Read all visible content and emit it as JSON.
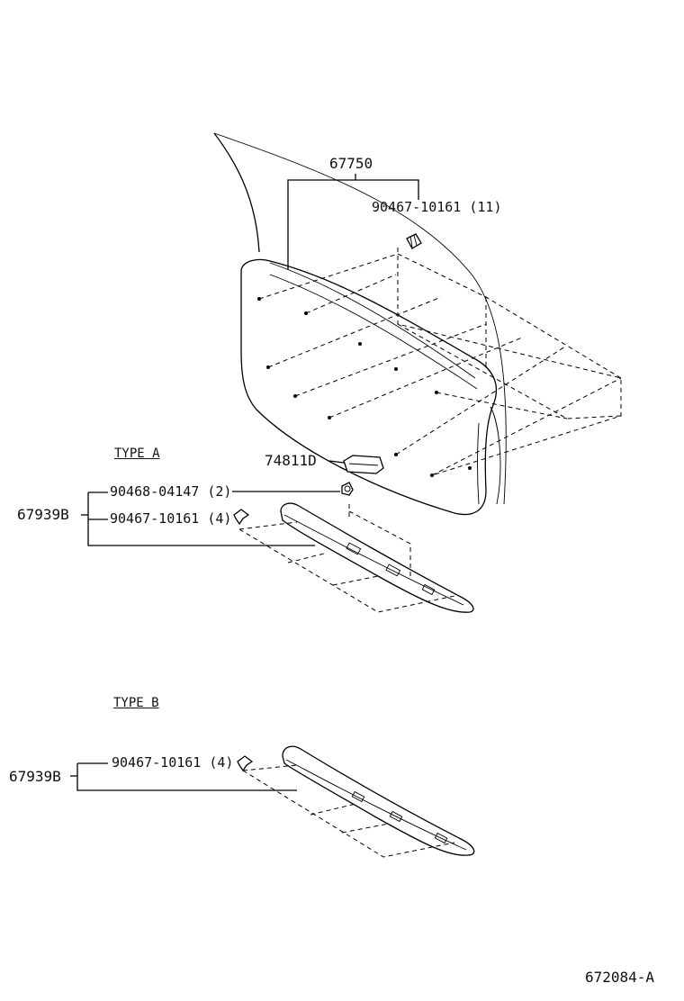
{
  "diagram_id": "672084-A",
  "main_part": {
    "part_number": "67750",
    "fastener": "90467-10161 (11)"
  },
  "plate_part": "74811D",
  "type_a": {
    "title": "TYPE A",
    "assembly": "67939B",
    "fastener_1": "90468-04147 (2)",
    "fastener_2": "90467-10161 (4)"
  },
  "type_b": {
    "title": "TYPE B",
    "assembly": "67939B",
    "fastener_1": "90467-10161 (4)"
  }
}
